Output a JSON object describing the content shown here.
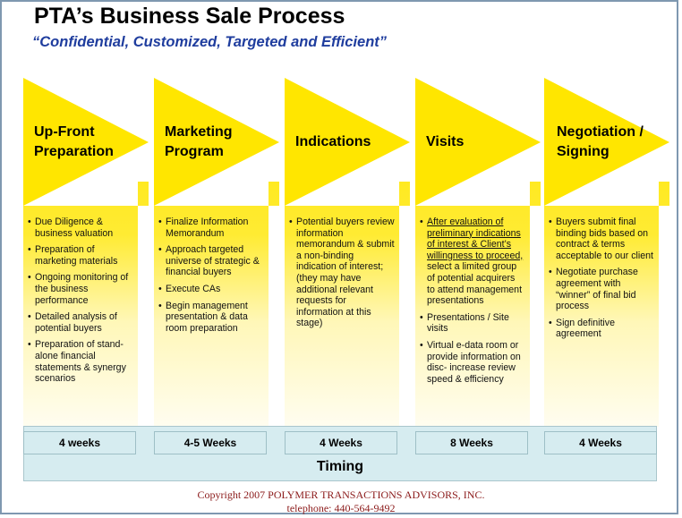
{
  "header": {
    "title": "PTA’s Business Sale  Process",
    "subtitle": "“Confidential, Customized, Targeted and Efficient”"
  },
  "stages": [
    {
      "title": "Up-Front Preparation",
      "bullets": [
        "Due Diligence & business valuation",
        "Preparation of marketing materials",
        "Ongoing monitoring of the business performance",
        "Detailed analysis of potential buyers",
        "Preparation of stand-alone financial statements & synergy scenarios"
      ],
      "duration": "4 weeks"
    },
    {
      "title": "Marketing Program",
      "bullets": [
        "Finalize Information Memorandum",
        "Approach targeted universe of strategic & financial buyers",
        "Execute CAs",
        "Begin management presentation & data room preparation"
      ],
      "duration": "4-5 Weeks"
    },
    {
      "title": "Indications",
      "bullets": [
        "Potential buyers review information memorandum & submit a non-binding indication of interest; (they may have additional relevant requests for information at this stage)"
      ],
      "duration": "4 Weeks"
    },
    {
      "title": "Visits",
      "bullets_underlined_lead": "After evaluation of preliminary indications of interest & Client’s willingness to proceed,",
      "bullets": [
        " select a limited group of potential acquirers to attend  management presentations",
        "Presentations / Site visits",
        "Virtual e-data room or provide information on disc- increase review speed & efficiency"
      ],
      "duration": "8 Weeks"
    },
    {
      "title": "Negotiation / Signing",
      "bullets": [
        "Buyers submit final binding bids based on contract & terms acceptable to our client",
        "Negotiate purchase agreement with “winner” of final bid process",
        "Sign definitive agreement"
      ],
      "duration": "4 Weeks"
    }
  ],
  "timing": {
    "label": "Timing"
  },
  "footer": {
    "copyright": "Copyright 2007 POLYMER TRANSACTIONS ADVISORS, INC.",
    "phone": "telephone: 440-564-9492"
  },
  "colors": {
    "arrow_yellow": "#ffe600",
    "fade_light": "#fffbe6",
    "timing_bg": "#d6ecf0",
    "subtitle_blue": "#1f3d9e",
    "copyright_red": "#8b1a1a"
  }
}
